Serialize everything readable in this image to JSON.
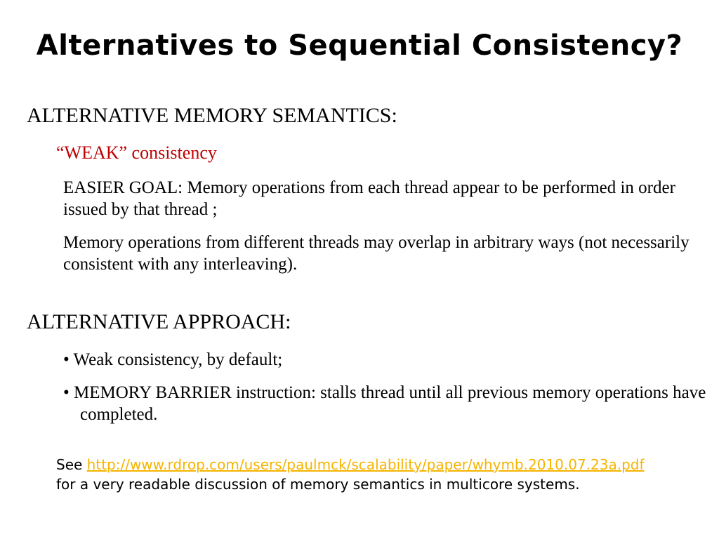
{
  "title": "Alternatives to Sequential Consistency?",
  "section1": {
    "heading": "ALTERNATIVE MEMORY SEMANTICS:",
    "subheading": "“WEAK” consistency",
    "paragraphs": [
      "EASIER GOAL: Memory operations from each thread appear to be performed in order issued by that thread ;",
      "Memory operations from different threads may overlap in arbitrary ways (not necessarily consistent with any interleaving)."
    ]
  },
  "section2": {
    "heading": "ALTERNATIVE APPROACH:",
    "bullets": [
      "• Weak consistency, by default;",
      "• MEMORY BARRIER instruction: stalls thread until all previous memory operations have completed."
    ]
  },
  "footer": {
    "see": "See ",
    "link": "http://www.rdrop.com/users/paulmck/scalability/paper/whymb.2010.07.23a.pdf",
    "line2": "for a very readable discussion of memory semantics in multicore systems."
  },
  "colors": {
    "accent": "#c00000",
    "link": "#f5b400"
  }
}
